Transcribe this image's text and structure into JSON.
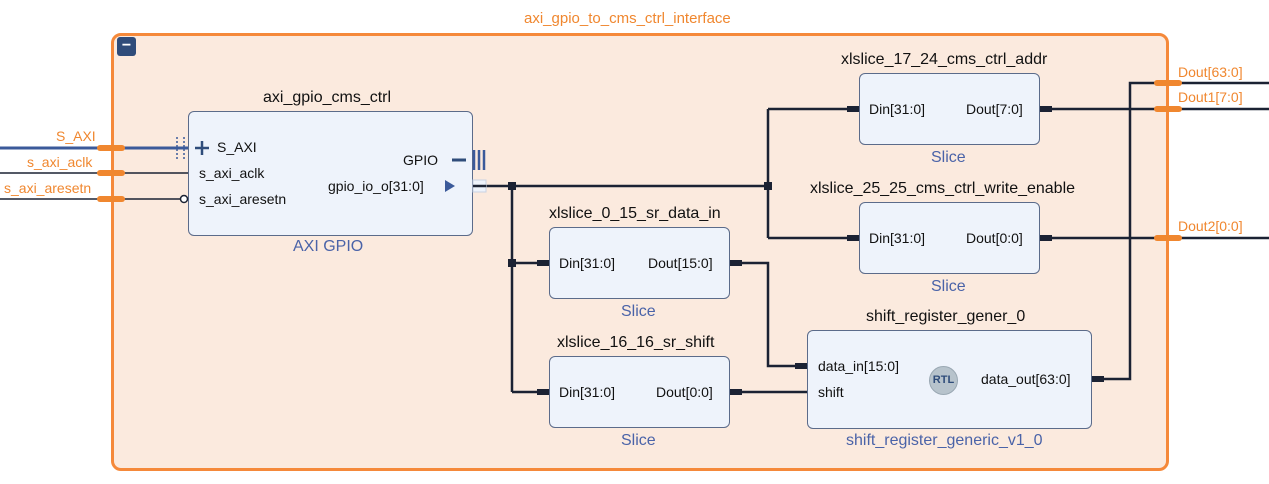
{
  "group": {
    "title": "axi_gpio_to_cms_ctrl_interface",
    "collapse_symbol": "−"
  },
  "external_inputs": {
    "s_axi": "S_AXI",
    "s_axi_aclk": "s_axi_aclk",
    "s_axi_aresetn": "s_axi_aresetn"
  },
  "external_outputs": {
    "dout": "Dout[63:0]",
    "dout1": "Dout1[7:0]",
    "dout2": "Dout2[0:0]"
  },
  "blocks": {
    "axi_gpio": {
      "instance_name": "axi_gpio_cms_ctrl",
      "type_label": "AXI GPIO",
      "ports": {
        "s_axi": "S_AXI",
        "s_axi_aclk": "s_axi_aclk",
        "s_axi_aresetn": "s_axi_aresetn",
        "gpio": "GPIO",
        "gpio_io_o": "gpio_io_o[31:0]"
      }
    },
    "slice_sr_data_in": {
      "instance_name": "xlslice_0_15_sr_data_in",
      "type_label": "Slice",
      "ports": {
        "din": "Din[31:0]",
        "dout": "Dout[15:0]"
      }
    },
    "slice_sr_shift": {
      "instance_name": "xlslice_16_16_sr_shift",
      "type_label": "Slice",
      "ports": {
        "din": "Din[31:0]",
        "dout": "Dout[0:0]"
      }
    },
    "slice_cms_ctrl_addr": {
      "instance_name": "xlslice_17_24_cms_ctrl_addr",
      "type_label": "Slice",
      "ports": {
        "din": "Din[31:0]",
        "dout": "Dout[7:0]"
      }
    },
    "slice_cms_ctrl_write_enable": {
      "instance_name": "xlslice_25_25_cms_ctrl_write_enable",
      "type_label": "Slice",
      "ports": {
        "din": "Din[31:0]",
        "dout": "Dout[0:0]"
      }
    },
    "shift_register": {
      "instance_name": "shift_register_gener_0",
      "type_label": "shift_register_generic_v1_0",
      "badge": "RTL",
      "ports": {
        "data_in": "data_in[15:0]",
        "shift": "shift",
        "data_out": "data_out[63:0]"
      }
    }
  },
  "colors": {
    "group_border": "#f5893a",
    "group_fill": "#fbeade",
    "block_fill": "#eef3fb",
    "external_port": "#f0872f",
    "wire": "#1b2233",
    "bus_interface": "#3b5a9a"
  }
}
